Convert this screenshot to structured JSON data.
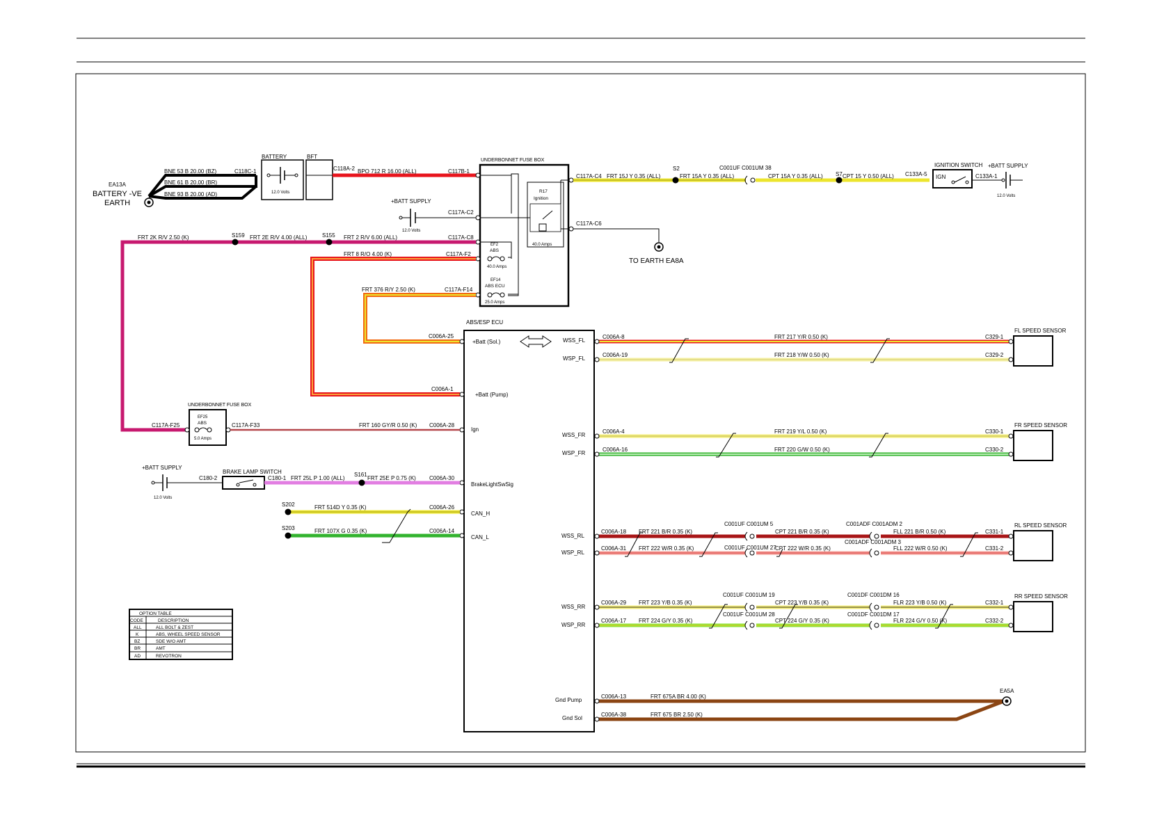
{
  "colors": {
    "red": "#e8141c",
    "yellow": "#ece52e",
    "pink": "#c7196f",
    "orange": "#f26a12",
    "violet": "#e27ee2",
    "green": "#32b32e",
    "lime": "#8fe23a",
    "yellow_blue": "#f3ec7a",
    "yellow_white": "#f4f0a2",
    "brown": "#8b4513",
    "darkred": "#a81516",
    "salmon": "#f39b93",
    "black": "#000000"
  },
  "battery_earth": {
    "id": "EA13A",
    "label1": "BATTERY -VE",
    "label2": "EARTH",
    "wires": [
      "BNE   53 B 20.00 (BZ)",
      "BNE   61 B 20.00 (BR)",
      "BNE   93 B 20.00 (AD)"
    ],
    "connector": "C118C-1"
  },
  "battery": {
    "label": "BATTERY",
    "volts": "12.0 Volts",
    "bft": "BFT",
    "connector": "C118A-2"
  },
  "main_wire": {
    "label": "BPO  712 R 16.00 (ALL)",
    "connector": "C117B-1"
  },
  "ubfb": {
    "title": "UNDERBONNET FUSE BOX",
    "c4": "C117A-C4",
    "c2": "C117A-C2",
    "c6": "C117A-C6",
    "c8": "C117A-C8",
    "f2": "C117A-F2",
    "f14": "C117A-F14",
    "relay": {
      "id": "R17",
      "name": "Ignition",
      "amps": "40.0 Amps"
    },
    "ef2": {
      "id": "EF2",
      "name": "ABS",
      "amps": "40.0 Amps"
    },
    "ef14": {
      "id": "EF14",
      "name": "ABS ECU",
      "amps": "25.0 Amps"
    }
  },
  "ign_line": {
    "s2": "S2",
    "wire1": "FRT  15J Y 0.35 (ALL)",
    "wire2": "FRT 15A Y 0.35 (ALL)",
    "connector_label": "C001UF C001UM 38",
    "wire3": "CPT  15A Y 0.35 (ALL)",
    "s7": "S7",
    "wire4": "CPT  15 Y 0.50 (ALL)",
    "c133a5": "C133A-5"
  },
  "ignition_switch": {
    "title": "IGNITION SWITCH",
    "ign": "IGN",
    "connector": "C133A-1"
  },
  "batt_supply_right": {
    "label": "+BATT SUPPLY",
    "volts": "12.0 Volts"
  },
  "batt_supply_mid": {
    "label": "+BATT SUPPLY",
    "volts": "12.0 Volts"
  },
  "earth_ea8a": "TO EARTH EA8A",
  "pink_line": {
    "w1": "FRT  2K R/V 2.50 (K)",
    "s159": "S159",
    "w2": "FRT  2E R/V 4.00 (ALL)",
    "s155": "S155",
    "w3": "FRT  2 R/V 6.00 (ALL)"
  },
  "orange_line": {
    "label": "FRT  8 R/O 4.00 (K)"
  },
  "ry_line": {
    "label": "FRT  376 R/Y 2.50 (K)"
  },
  "ecu": {
    "title": "ABS/ESP ECU",
    "pins_left": [
      {
        "name": "+Batt (Sol.)",
        "conn": "C006A-25"
      },
      {
        "name": "+Batt (Pump)",
        "conn": "C006A-1"
      },
      {
        "name": "Ign",
        "conn": "C006A-28"
      },
      {
        "name": "BrakeLightSwSig",
        "conn": "C006A-30"
      },
      {
        "name": "CAN_H",
        "conn": "C006A-26"
      },
      {
        "name": "CAN_L",
        "conn": "C006A-14"
      }
    ],
    "pins_right": [
      "WSS_FL",
      "WSP_FL",
      "WSS_FR",
      "WSP_FR",
      "WSS_RL",
      "WSP_RL",
      "WSS_RR",
      "WSP_RR",
      "Gnd Pump",
      "Gnd Sol"
    ]
  },
  "ubfb_small": {
    "title": "UNDERBONNET FUSE BOX",
    "fuse_id": "EF25",
    "fuse_name": "ABS",
    "amps": "5.0 Amps",
    "left_conn": "C117A-F25",
    "right_conn": "C117A-F33",
    "wire": "FRT  160 GY/R 0.50 (K)"
  },
  "brake_switch": {
    "supply": "+BATT SUPPLY",
    "volts": "12.0 Volts",
    "c180_2": "C180-2",
    "title": "BRAKE LAMP SWITCH",
    "c180_1": "C180-1",
    "wire1": "FRT  25L P 1.00 (ALL)",
    "s161": "S161",
    "wire2": "FRT  25E P 0.75 (K)"
  },
  "can": {
    "s202": "S202",
    "h_wire": "FRT     514D Y 0.35 (K)",
    "s203": "S203",
    "l_wire": "FRT     107X G 0.35 (K)"
  },
  "sensors": {
    "fl": {
      "title": "FL SPEED SENSOR",
      "c1": "C006A-8",
      "w1": "FRT    217 Y/R 0.50 (K)",
      "e1": "C329-1",
      "c2": "C006A-19",
      "w2": "FRT    218 Y/W 0.50 (K)",
      "e2": "C329-2"
    },
    "fr": {
      "title": "FR SPEED SENSOR",
      "c1": "C006A-4",
      "w1": "FRT    219 Y/L 0.50 (K)",
      "e1": "C330-1",
      "c2": "C006A-16",
      "w2": "FRT    220 G/W 0.50 (K)",
      "e2": "C330-2"
    },
    "rl": {
      "title": "RL SPEED SENSOR",
      "c1": "C006A-18",
      "a1": "FRT    221 B/R 0.35 (K)",
      "j1a": "C001UF C001UM 5",
      "b1": "CPT    221 B/R 0.35 (K)",
      "j1b": "C001ADF C001ADM 2",
      "d1": "FLL  221 B/R 0.50 (K)",
      "e1": "C331-1",
      "c2": "C006A-31",
      "a2": "FRT    222 W/R 0.35 (K)",
      "j2a": "C001UF C001UM 27",
      "b2": "CPT    222 W/R 0.35 (K)",
      "j2b": "C001ADF C001ADM 3",
      "d2": "FLL  222 W/R 0.50 (K)",
      "e2": "C331-2"
    },
    "rr": {
      "title": "RR SPEED SENSOR",
      "c1": "C006A-29",
      "a1": "FRT    223 Y/B 0.35 (K)",
      "j1a": "C001UF C001UM 19",
      "b1": "CPT    223 Y/B 0.35 (K)",
      "j1b": "C001DF C001DM 16",
      "d1": "FLR    223 Y/B 0.50 (K)",
      "e1": "C332-1",
      "c2": "C006A-17",
      "a2": "FRT    224 G/Y 0.35 (K)",
      "j2a": "C001UF C001UM 28",
      "b2": "CPT    224 G/Y 0.35 (K)",
      "j2b": "C001DF C001DM 17",
      "d2": "FLR    224 G/Y 0.50 (K)",
      "e2": "C332-2"
    }
  },
  "ground": {
    "c13": "C006A-13",
    "w13": "FRT     675A BR 4.00 (K)",
    "c38": "C006A-38",
    "w38": "FRT     675 BR 2.50 (K)",
    "ea5a": "EA5A"
  },
  "option_table": {
    "title": "OPTION TABLE",
    "header": [
      "CODE",
      "DESCRIPTION"
    ],
    "rows": [
      [
        "ALL",
        "ALL BOLT & ZEST"
      ],
      [
        "K",
        "ABS, WHEEL SPEED SENSOR"
      ],
      [
        "BZ",
        "SDE W/O AMT"
      ],
      [
        "BR",
        "AMT"
      ],
      [
        "AD",
        "REVOTRON"
      ]
    ]
  }
}
